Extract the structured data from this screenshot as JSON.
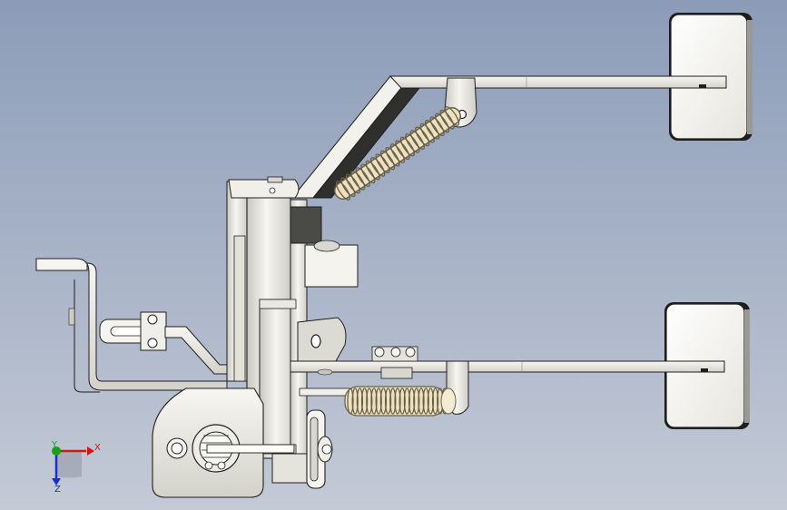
{
  "viewport": {
    "background_top": "#8c9cb8",
    "background_bottom": "#c4cad6"
  },
  "colors": {
    "part_fill": "#f4f3ee",
    "part_shade": "#d9d8d0",
    "part_dark": "#3c3c3a",
    "outline": "#1e1e1e",
    "spring": "#e8dcb4",
    "spring_line": "#6a6048",
    "axis_x": "#d01818",
    "axis_y": "#18a018",
    "axis_z": "#1830c8"
  },
  "triad": {
    "x_label": "X",
    "y_label": "Y",
    "z_label": "Z",
    "icon": "coordinate-triad-icon"
  },
  "parts": [
    "upper-pedal-arm",
    "upper-pedal-pad",
    "lower-pedal-arm",
    "lower-pedal-pad",
    "upper-return-spring",
    "lower-return-spring",
    "pivot-shaft-housing",
    "mounting-bracket",
    "linkage-rod",
    "clevis-fork",
    "base-plate",
    "flange-wheel"
  ]
}
